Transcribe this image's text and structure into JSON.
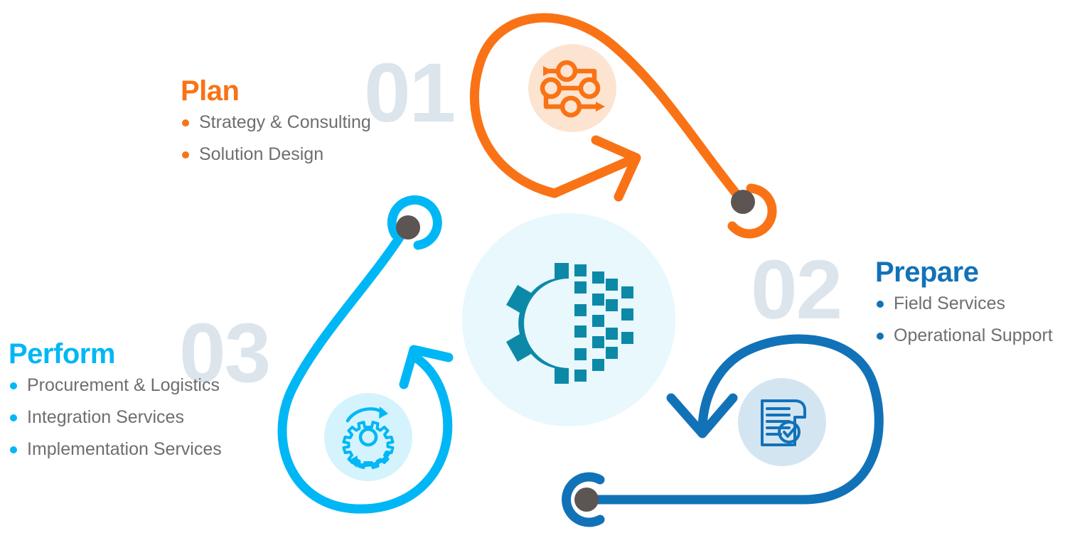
{
  "diagram": {
    "title": "Plan / Prepare / Perform lifecycle wheel",
    "center_icon": "gear-pixel-icon"
  },
  "colors": {
    "orange": "#f97316",
    "orange_soft": "#fde4d0",
    "blue": "#1272b8",
    "blue_soft": "#d4e5f2",
    "cyan": "#00b7f5",
    "cyan_soft": "#d4f3fd",
    "center_circle": "#e8f8fc",
    "center_gear": "#0d89a8",
    "number": "#dce5ec",
    "dot": "#5c5553",
    "body_text": "#6e6e6e"
  },
  "steps": [
    {
      "number": "01",
      "title": "Plan",
      "icon": "workflow-icon",
      "accent": "#f97316",
      "items": [
        "Strategy & Consulting",
        "Solution Design"
      ]
    },
    {
      "number": "02",
      "title": "Prepare",
      "icon": "document-check-icon",
      "accent": "#1272b8",
      "items": [
        "Field Services",
        "Operational Support"
      ]
    },
    {
      "number": "03",
      "title": "Perform",
      "icon": "gear-refresh-icon",
      "accent": "#00b7f5",
      "items": [
        "Procurement & Logistics",
        "Integration Services",
        "Implementation Services"
      ]
    }
  ]
}
